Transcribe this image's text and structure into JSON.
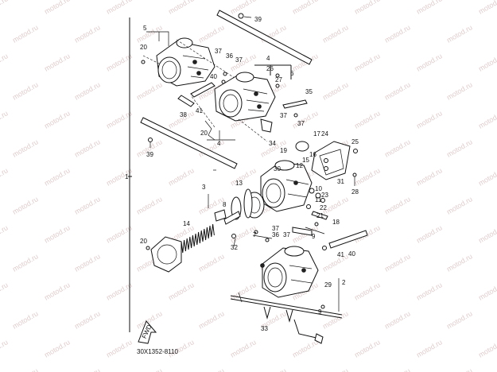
{
  "watermark": {
    "text": "motod.ru",
    "color": "#c9a3a3"
  },
  "drawing_code": "30X1352-8110",
  "fwd_label": "FWD",
  "callouts": [
    {
      "id": "c39a",
      "text": "39"
    },
    {
      "id": "c5",
      "text": "5"
    },
    {
      "id": "c20a",
      "text": "20"
    },
    {
      "id": "c37a",
      "text": "37"
    },
    {
      "id": "c36a",
      "text": "36"
    },
    {
      "id": "c37b",
      "text": "37"
    },
    {
      "id": "c4a",
      "text": "4"
    },
    {
      "id": "c26",
      "text": "26"
    },
    {
      "id": "c27",
      "text": "27"
    },
    {
      "id": "c6",
      "text": "6"
    },
    {
      "id": "c40a",
      "text": "40"
    },
    {
      "id": "c35",
      "text": "35"
    },
    {
      "id": "c38",
      "text": "38"
    },
    {
      "id": "c41a",
      "text": "41"
    },
    {
      "id": "c20b",
      "text": "20"
    },
    {
      "id": "c4b",
      "text": "4"
    },
    {
      "id": "c37c",
      "text": "37"
    },
    {
      "id": "c37d",
      "text": "37"
    },
    {
      "id": "c34",
      "text": "34"
    },
    {
      "id": "c17",
      "text": "17"
    },
    {
      "id": "c24",
      "text": "24"
    },
    {
      "id": "c25",
      "text": "25"
    },
    {
      "id": "c19",
      "text": "19"
    },
    {
      "id": "c16",
      "text": "16"
    },
    {
      "id": "c15",
      "text": "15"
    },
    {
      "id": "c12",
      "text": "12"
    },
    {
      "id": "c39b",
      "text": "39"
    },
    {
      "id": "c30",
      "text": "30"
    },
    {
      "id": "c1",
      "text": "1"
    },
    {
      "id": "c31",
      "text": "31"
    },
    {
      "id": "c3",
      "text": "3"
    },
    {
      "id": "c13",
      "text": "13"
    },
    {
      "id": "c10",
      "text": "10"
    },
    {
      "id": "c11",
      "text": "11"
    },
    {
      "id": "c28",
      "text": "28"
    },
    {
      "id": "c23",
      "text": "23"
    },
    {
      "id": "c22",
      "text": "22"
    },
    {
      "id": "c21",
      "text": "21"
    },
    {
      "id": "c18",
      "text": "18"
    },
    {
      "id": "c8",
      "text": "8"
    },
    {
      "id": "c14",
      "text": "14"
    },
    {
      "id": "c7",
      "text": "7"
    },
    {
      "id": "c37e",
      "text": "37"
    },
    {
      "id": "c36b",
      "text": "36"
    },
    {
      "id": "c37f",
      "text": "37"
    },
    {
      "id": "c9a",
      "text": "9"
    },
    {
      "id": "c20c",
      "text": "20"
    },
    {
      "id": "c32",
      "text": "32"
    },
    {
      "id": "c41b",
      "text": "41"
    },
    {
      "id": "c40b",
      "text": "40"
    },
    {
      "id": "c29",
      "text": "29"
    },
    {
      "id": "c2",
      "text": "2"
    },
    {
      "id": "c9b",
      "text": "9"
    },
    {
      "id": "c33",
      "text": "33"
    }
  ]
}
